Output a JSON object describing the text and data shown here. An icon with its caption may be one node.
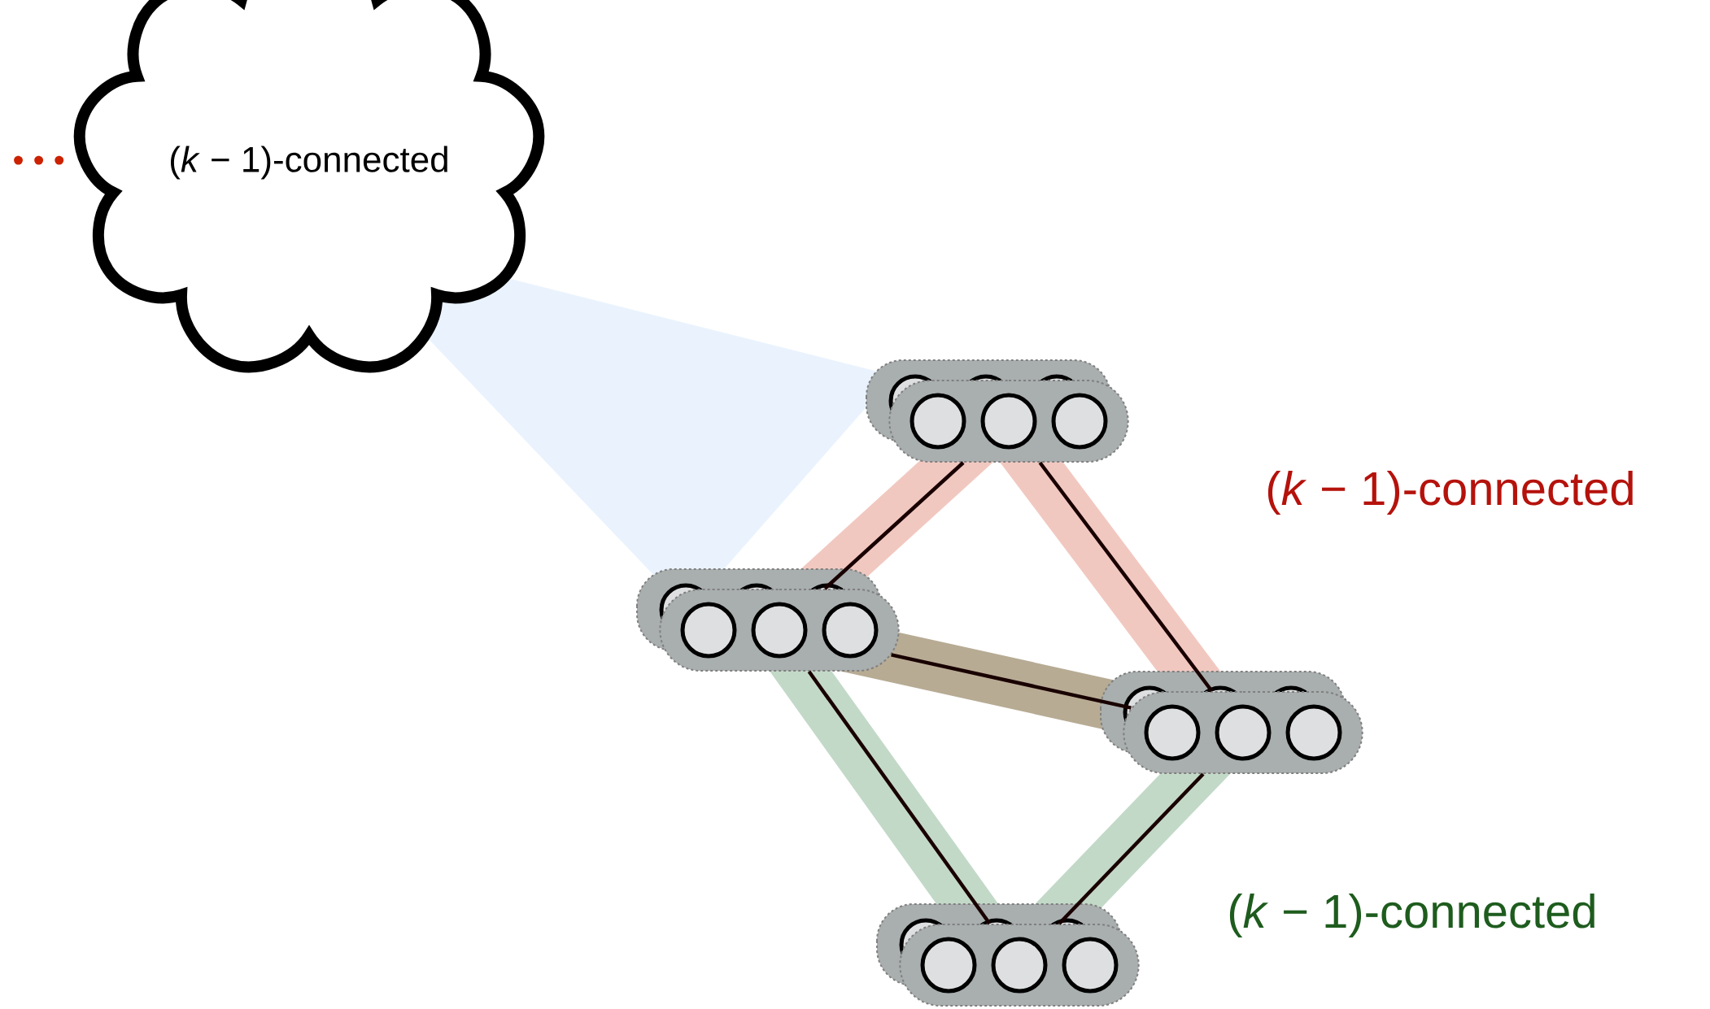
{
  "diagram": {
    "nodes": [
      {
        "text": [
          "(*k* − 1)-connected"
        ]
      },
      {
        "text": [],
        "shape": "box"
      },
      {
        "text": [],
        "shape": "box"
      },
      {
        "text": [],
        "shape": "box"
      },
      {
        "text": [],
        "shape": "box"
      }
    ],
    "edges": [
      {
        "from": 1,
        "to": 2,
        "arrow": "none"
      },
      {
        "from": 1,
        "to": 3,
        "arrow": "none"
      },
      {
        "from": 2,
        "to": 3,
        "arrow": "none"
      },
      {
        "from": 2,
        "to": 4,
        "arrow": "none"
      },
      {
        "from": 3,
        "to": 4,
        "arrow": "none"
      }
    ],
    "labels": [
      "• • •",
      "(*k* − 1)-connected",
      "(*k* − 1)-connected"
    ]
  }
}
